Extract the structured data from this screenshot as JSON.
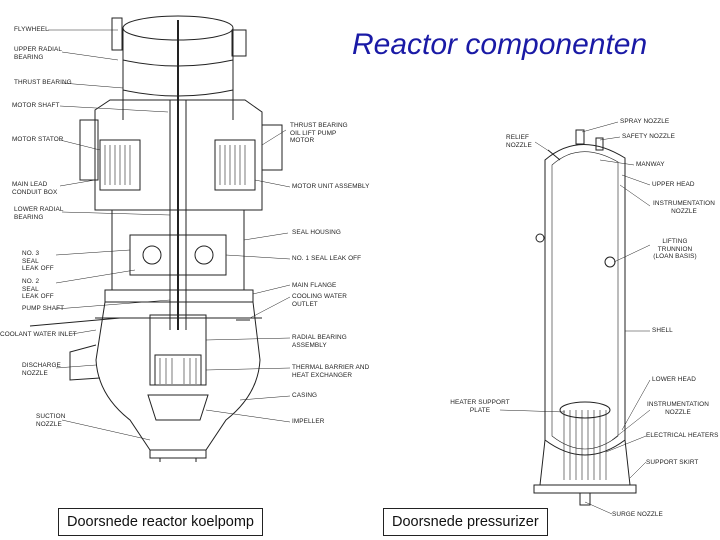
{
  "title": "Reactor componenten",
  "pump": {
    "caption": "Doorsnede reactor koelpomp",
    "labels": {
      "flywheel": "FLYWHEEL",
      "upper_radial_bearing": "UPPER RADIAL BEARING",
      "thrust_bearing": "THRUST BEARING",
      "motor_shaft": "MOTOR SHAFT",
      "motor_stator": "MOTOR STATOR",
      "main_lead_conduit_box": "MAIN LEAD CONDUIT BOX",
      "lower_radial_bearing": "LOWER RADIAL BEARING",
      "no3_seal_leak_off": "NO. 3 SEAL LEAK OFF",
      "no2_seal_leak_off": "NO. 2 SEAL LEAK OFF",
      "pump_shaft": "PUMP SHAFT",
      "coolant_water_inlet": "COOLANT WATER INLET",
      "discharge_nozzle": "DISCHARGE NOZZLE",
      "suction_nozzle": "SUCTION NOZZLE",
      "thrust_bearing_oil_lift_pump_motor": "THRUST BEARING OIL LIFT PUMP MOTOR",
      "motor_unit_assembly": "MOTOR UNIT ASSEMBLY",
      "seal_housing": "SEAL HOUSING",
      "no1_seal_leak_off": "NO. 1 SEAL LEAK OFF",
      "main_flange": "MAIN FLANGE",
      "cooling_water_outlet": "COOLING WATER OUTLET",
      "radial_bearing_assembly": "RADIAL BEARING ASSEMBLY",
      "thermal_barrier_heat_exchanger": "THERMAL BARRIER AND HEAT EXCHANGER",
      "casing": "CASING",
      "impeller": "IMPELLER"
    }
  },
  "pressurizer": {
    "caption": "Doorsnede pressurizer",
    "labels": {
      "spray_nozzle": "SPRAY NOZZLE",
      "relief_nozzle": "RELIEF NOZZLE",
      "safety_nozzle": "SAFETY NOZZLE",
      "manway": "MANWAY",
      "upper_head": "UPPER HEAD",
      "instrumentation_nozzle_top": "INSTRUMENTATION NOZZLE",
      "lifting_trunnion": "LIFTING TRUNNION (LOAN BASIS)",
      "shell": "SHELL",
      "lower_head": "LOWER HEAD",
      "heater_support_plate": "HEATER SUPPORT PLATE",
      "instrumentation_nozzle_bottom": "INSTRUMENTATION NOZZLE",
      "electrical_heaters": "ELECTRICAL HEATERS",
      "support_skirt": "SUPPORT SKIRT",
      "surge_nozzle": "SURGE NOZZLE"
    }
  },
  "colors": {
    "title": "#1a1aa6",
    "line": "#222222"
  }
}
